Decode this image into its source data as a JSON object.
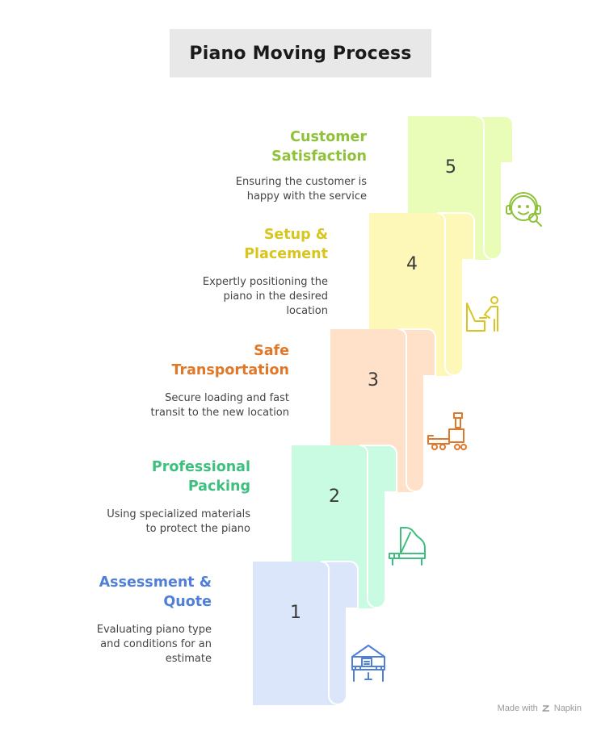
{
  "title": "Piano Moving Process",
  "steps": [
    {
      "number": "1",
      "title": "Assessment & Quote",
      "description": "Evaluating piano type and conditions for an estimate",
      "color": "#4f7fd8",
      "fill": "#dbe6fb",
      "icon": "piano-inspection-icon"
    },
    {
      "number": "2",
      "title": "Professional Packing",
      "description": "Using specialized materials to protect the piano",
      "color": "#3fbf7f",
      "fill": "#c9fbe2",
      "icon": "grand-piano-icon"
    },
    {
      "number": "3",
      "title": "Safe Transportation",
      "description": "Secure loading and fast transit to the new location",
      "color": "#e0782a",
      "fill": "#ffe0c8",
      "icon": "hand-truck-icon"
    },
    {
      "number": "4",
      "title": "Setup & Placement",
      "description": "Expertly positioning the piano in the desired location",
      "color": "#d9c51f",
      "fill": "#fef8b8",
      "icon": "person-piano-icon"
    },
    {
      "number": "5",
      "title": "Customer Satisfaction",
      "description": "Ensuring the customer is happy with the service",
      "color": "#8fc23a",
      "fill": "#e9fdb9",
      "icon": "customer-support-icon"
    }
  ],
  "footer": {
    "made_with": "Made with",
    "brand": "Napkin"
  }
}
